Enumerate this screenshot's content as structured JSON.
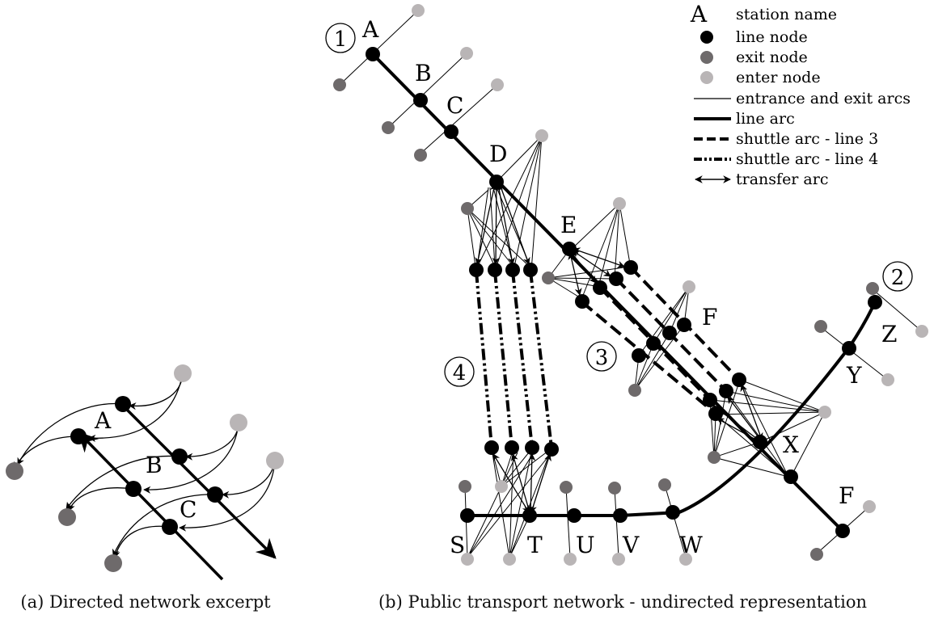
{
  "captions": {
    "a": "(a) Directed network excerpt",
    "b": "(b) Public transport network - undirected representation"
  },
  "legend": {
    "station_symbol": "A",
    "station_name": "station name",
    "line_node": "line node",
    "exit_node": "exit node",
    "enter_node": "enter node",
    "entrance_exit_arcs": "entrance and exit arcs",
    "line_arc": "line arc",
    "shuttle_line3": "shuttle arc - line 3",
    "shuttle_line4": "shuttle arc - line 4",
    "transfer_arc": "transfer arc"
  },
  "line_numbers": {
    "l1": "1",
    "l2": "2",
    "l3": "3",
    "l4": "4"
  },
  "stations_b": {
    "A": "A",
    "B": "B",
    "C": "C",
    "D": "D",
    "E": "E",
    "F1": "F",
    "F2": "F",
    "S": "S",
    "T": "T",
    "U": "U",
    "V": "V",
    "W": "W",
    "X": "X",
    "Y": "Y",
    "Z": "Z"
  },
  "stations_a": {
    "A": "A",
    "B": "B",
    "C": "C"
  },
  "colors": {
    "line_node": "#000000",
    "exit_node": "#6e6a6b",
    "enter_node": "#b9b5b6"
  }
}
